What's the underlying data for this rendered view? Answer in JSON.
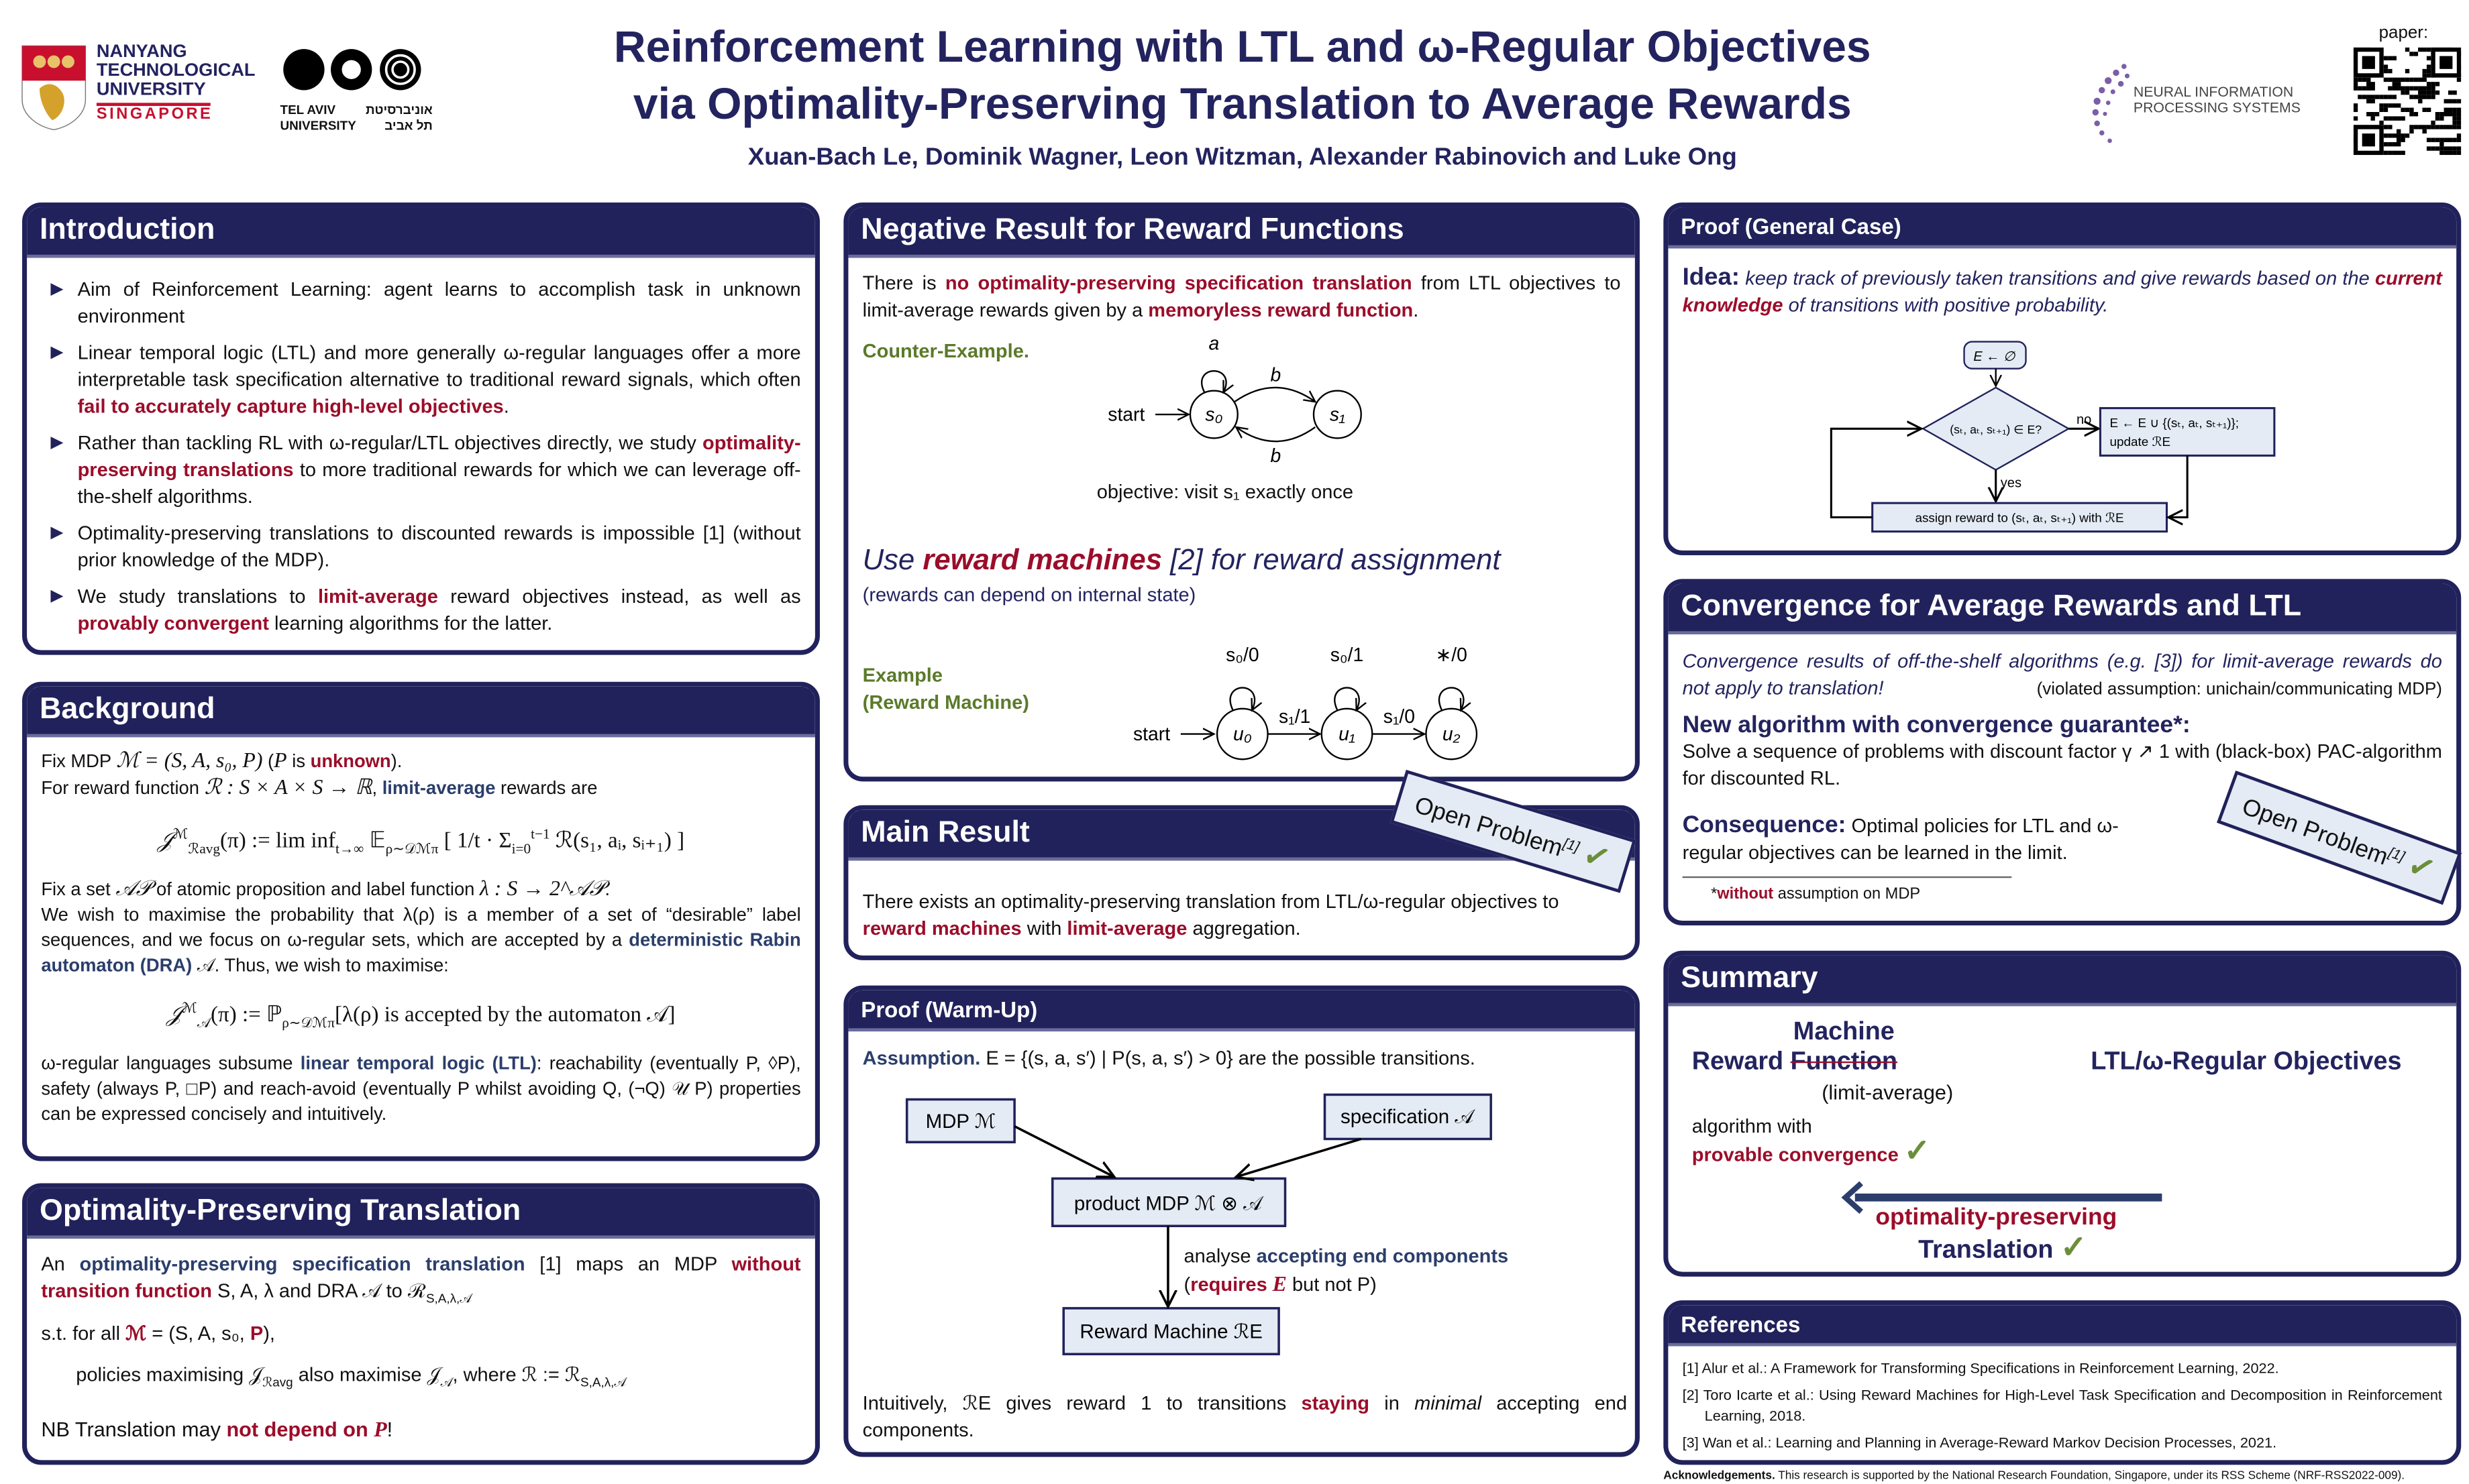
{
  "header": {
    "title_line1": "Reinforcement Learning with LTL and ω-Regular Objectives",
    "title_line2": "via Optimality-Preserving Translation to Average Rewards",
    "authors": "Xuan-Bach Le, Dominik Wagner, Leon Witzman, Alexander Rabinovich and Luke Ong",
    "paper_label": "paper:",
    "ntu_logo": [
      "NANYANG",
      "TECHNOLOGICAL",
      "UNIVERSITY",
      "SINGAPORE"
    ],
    "tau_logo": [
      "TEL AVIV",
      "UNIVERSITY",
      "אוניברסיטת",
      "תל אביב"
    ],
    "neurips_logo": [
      "NEURAL INFORMATION",
      "PROCESSING SYSTEMS"
    ]
  },
  "intro": {
    "title": "Introduction",
    "items": [
      {
        "a": "Aim of Reinforcement Learning: agent learns to accomplish task in unknown environment"
      },
      {
        "a": "Linear temporal logic (LTL) and more generally ω-regular languages offer a more interpretable task specification alternative to traditional reward signals, which often ",
        "b": "fail to accurately capture high-level objectives",
        "c": "."
      },
      {
        "a": "Rather than tackling RL with ω-regular/LTL objectives directly, we study ",
        "b": "optimality-preserving translations",
        "c": " to more traditional rewards for which we can leverage off-the-shelf algorithms."
      },
      {
        "a": "Optimality-preserving translations to discounted rewards is impossible [1] (without prior knowledge of the MDP)."
      },
      {
        "a": "We study translations to ",
        "b": "limit-average",
        "c": " reward objectives instead, as well as ",
        "d": "provably convergent",
        "e": " learning algorithms for the latter."
      }
    ]
  },
  "background": {
    "title": "Background",
    "p1a": "Fix MDP ",
    "p1m": "ℳ = (S, A, s₀, P)",
    "p1b": " (",
    "p1p": "P",
    "p1c": " is ",
    "p1r": "unknown",
    "p1d": ").",
    "p2a": "For reward function ",
    "p2m": "ℛ : S × A × S → ℝ",
    "p2b": ", ",
    "p2blue": "limit-average",
    "p2c": " rewards are",
    "f1": {
      "J": "𝒥",
      "sup": "ℳ",
      "sub": "ℛavg",
      "a": "(π) := lim inf",
      "under": "t→∞",
      "E": " 𝔼",
      "esub": "ρ∼𝒟ℳπ",
      "b": " [ 1/t · Σ",
      "sumsub": "i=0",
      "sumsup": "t−1",
      "c": " ℛ(s₁, aᵢ, sᵢ₊₁) ]"
    },
    "p3a": "Fix a set ",
    "p3m": "𝒜𝒫",
    "p3b": " of atomic proposition and label function ",
    "p3m2": "λ : S → 2^𝒜𝒫",
    "p3c": ".",
    "p4a": "We wish to maximise the probability that λ(ρ) is a member of a set of “desirable” label sequences, and we focus on ω-regular sets, which are accepted by a ",
    "p4blue": "deterministic Rabin automaton (DRA)",
    "p4b": " 𝒜. Thus, we wish to maximise:",
    "f2": {
      "J": "𝒥",
      "sup": "ℳ",
      "sub": "𝒜",
      "a": "(π) := ℙ",
      "psub": "ρ∼𝒟ℳπ",
      "b": "[λ(ρ) is accepted by the automaton 𝒜]"
    },
    "p5a": "ω-regular languages subsume ",
    "p5blue": "linear temporal logic (LTL)",
    "p5b": ": reachability (eventually P, ◊P), safety (always P, □P) and reach-avoid (eventually P whilst avoiding Q, (¬Q) 𝒰 P) properties can be expressed concisely and intuitively."
  },
  "translation": {
    "title": "Optimality-Preserving Translation",
    "l1a": "An ",
    "l1blue": "optimality-preserving specification translation",
    "l1b": " [1] maps an MDP ",
    "l1red": "without transition function",
    "l1c": " S, A, λ and DRA 𝒜 to ℛ",
    "l1sub": "S,A,λ,𝒜",
    "l2a": "s.t. for all ",
    "l2red": "ℳ",
    "l2b": " = (S, A, s₀, ",
    "l2red2": "P",
    "l2c": "),",
    "l3a": "policies maximising 𝒥",
    "l3sub": "ℛavg",
    "l3b": " also maximise 𝒥",
    "l3sub2": "𝒜",
    "l3c": ", where ℛ := ℛ",
    "l3sub3": "S,A,λ,𝒜",
    "l4a": "NB Translation may ",
    "l4red": "not depend on ",
    "l4redm": "P",
    "l4b": "!"
  },
  "negative": {
    "title": "Negative Result for Reward Functions",
    "p1a": "There is ",
    "p1red": "no optimality-preserving specification translation",
    "p1b": " from LTL objectives to limit-average rewards given by a ",
    "p1red2": "memoryless reward function",
    "p1c": ".",
    "counter_label": "Counter-Example.",
    "ce": {
      "start": "start",
      "s0": "s₀",
      "s1": "s₁",
      "loop": "a",
      "top": "b",
      "bottom": "b"
    },
    "objective": "objective: visit s₁ exactly once",
    "use_a": "Use ",
    "use_red": "reward machines",
    "use_b": " [2] for reward assignment",
    "use_note": "(rewards can depend on internal state)",
    "example_label": "Example",
    "example_label2": "(Reward Machine)",
    "rm": {
      "start": "start",
      "u0": "u₀",
      "u1": "u₁",
      "u2": "u₂",
      "l0": "s₀/0",
      "l1": "s₀/1",
      "l2": "∗/0",
      "e01": "s₁/1",
      "e12": "s₁/0"
    }
  },
  "main_result": {
    "title": "Main Result",
    "a": "There exists an optimality-preserving translation from LTL/ω-regular objectives to ",
    "red1": "reward machines",
    "b": " with ",
    "red2": "limit-average",
    "c": " aggregation."
  },
  "stamps": {
    "label": "Open Problem",
    "ref": "[1]",
    "check": "✓"
  },
  "warmup": {
    "title": "Proof (Warm-Up)",
    "assump_label": "Assumption.",
    "assump": " E = {(s, a, s′) | P(s, a, s′) > 0} are the possible transitions.",
    "mdp": "MDP ℳ",
    "spec": "specification 𝒜",
    "product": "product MDP ℳ ⊗ 𝒜",
    "analyse_a": "analyse ",
    "analyse_blue": "accepting end components",
    "req_a": "(",
    "req_red": "requires",
    "req_e": " E",
    "req_b": " but not P)",
    "rm": "Reward Machine ℛE",
    "int_a": "Intuitively, ℛE gives reward 1 to transitions ",
    "int_red": "staying",
    "int_b": " in ",
    "int_i": "minimal",
    "int_c": " accepting end components."
  },
  "general": {
    "title": "Proof (General Case)",
    "idea": "Idea:",
    "idea_a": " keep track of previously taken transitions and give rewards based on the ",
    "idea_red": "current knowledge",
    "idea_b": " of transitions with positive probability.",
    "init": "E ← ∅",
    "cond": "(sₜ, aₜ, sₜ₊₁) ∈ E?",
    "no": "no",
    "yes": "yes",
    "update1": "E ← E ∪ {(sₜ, aₜ, sₜ₊₁)};",
    "update2": "update ℛE",
    "assign": "assign reward to (sₜ, aₜ, sₜ₊₁) with ℛE"
  },
  "convergence": {
    "title": "Convergence for Average Rewards and LTL",
    "italic": "Convergence results of off-the-shelf algorithms (e.g. [3]) for limit-average rewards do not apply to translation!",
    "violated": "(violated assumption: unichain/communicating MDP)",
    "new_title": "New algorithm with convergence guarantee*:",
    "new_text": "Solve a sequence of problems with discount factor γ ↗ 1 with (black-box) PAC-algorithm for discounted RL.",
    "cons_label": "Consequence:",
    "cons_text": " Optimal policies for LTL and ω-regular objectives can be learned in the limit.",
    "foot_star": "*",
    "foot_red": "without",
    "foot_b": " assumption on MDP"
  },
  "summary": {
    "title": "Summary",
    "machine": "Machine",
    "reward": "Reward",
    "function": "Function",
    "limit": "(limit-average)",
    "objectives": "LTL/ω-Regular Objectives",
    "algo": "algorithm with",
    "provable": "provable convergence",
    "opt": "optimality-preserving",
    "translation": "Translation",
    "check": "✓"
  },
  "references": {
    "title": "References",
    "items": [
      "[1] Alur et al.: A Framework for Transforming Specifications in Reinforcement Learning, 2022.",
      "[2] Toro Icarte et al.: Using Reward Machines for High-Level Task Specification and Decomposition in Reinforcement Learning, 2018.",
      "[3] Wan et al.: Learning and Planning in Average-Reward Markov Decision Processes, 2021."
    ]
  },
  "ack": {
    "label": "Acknowledgements.",
    "text": " This research is supported by the National Research Foundation, Singapore, under its RSS Scheme (NRF-RSS2022-009)."
  },
  "colors": {
    "navy": "#21225b",
    "red": "#9b0d2a",
    "blue": "#2b3e6b",
    "green": "#6b8e3a",
    "fill": "#e4ebf5"
  }
}
